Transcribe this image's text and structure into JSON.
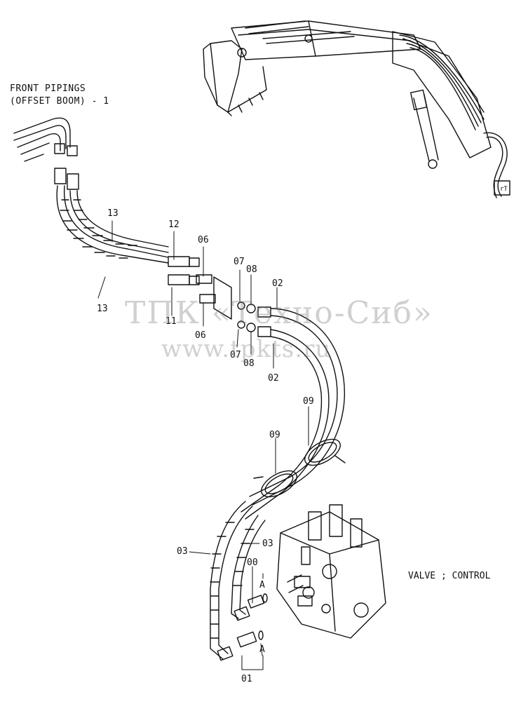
{
  "title": {
    "line1": "FRONT PIPINGS",
    "line2": "(OFFSET BOOM) - 1"
  },
  "component_label": "VALVE ; CONTROL",
  "watermark": {
    "line1": "ТПК «Техно-Сиб»",
    "line2": "www.tpkts.ru"
  },
  "callouts": {
    "p13a": "13",
    "p13b": "13",
    "p12": "12",
    "p11": "11",
    "p06a": "06",
    "p06b": "06",
    "p07a": "07",
    "p07b": "07",
    "p08a": "08",
    "p08b": "08",
    "p02a": "02",
    "p02b": "02",
    "p09a": "09",
    "p09b": "09",
    "p03a": "03",
    "p03b": "03",
    "p00": "00",
    "p01": "01",
    "pA1": "A",
    "pA2": "A"
  },
  "colors": {
    "line": "#111111",
    "watermark": "#9a9a9a"
  }
}
